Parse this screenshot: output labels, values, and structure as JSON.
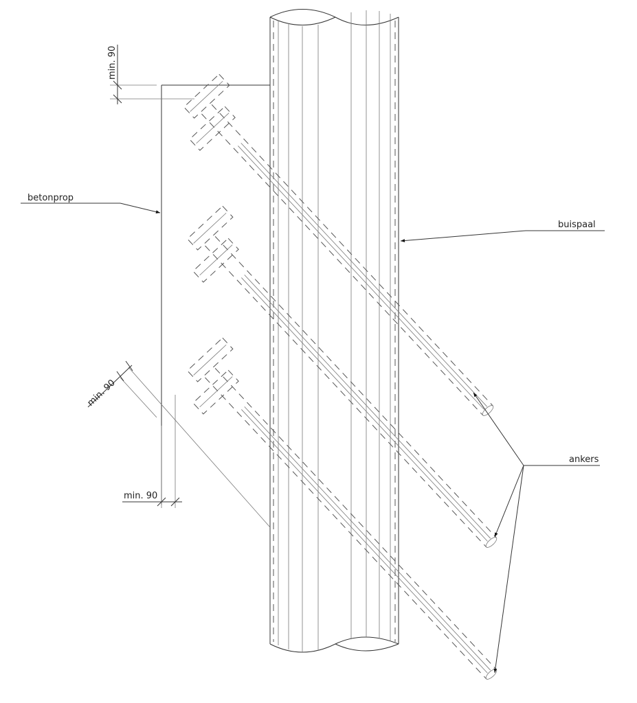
{
  "labels": {
    "betonprop": "betonprop",
    "buispaal": "buispaal",
    "ankers": "ankers"
  },
  "dimensions": {
    "top": "min. 90",
    "diagonal": "min. 90",
    "bottom": "min. 90"
  },
  "anchors_count": 3,
  "colors": {
    "line": "#333333",
    "background": "#ffffff"
  }
}
